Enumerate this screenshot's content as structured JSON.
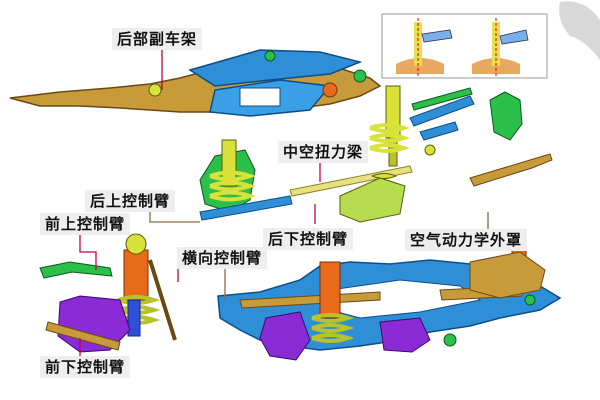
{
  "labels": {
    "rear_subframe": "后部副车架",
    "hollow_torsion_beam": "中空扭力梁",
    "rear_upper_control_arm": "后上控制臂",
    "front_upper_control_arm": "前上控制臂",
    "lateral_control_arm": "横向控制臂",
    "rear_lower_control_arm": "后下控制臂",
    "aero_cover": "空气动力学外罩",
    "front_lower_control_arm": "前下控制臂"
  },
  "colors": {
    "label_bg": "#eeeeee",
    "leader_line": "#c0004a",
    "frame_blue": "#2f8fd6",
    "arm_gold": "#c79a3a",
    "spring_yellow": "#d8e23a",
    "shock_orange": "#e86a1a",
    "knuckle_purple": "#8a2bd6",
    "accent_green": "#2cbf4a"
  }
}
